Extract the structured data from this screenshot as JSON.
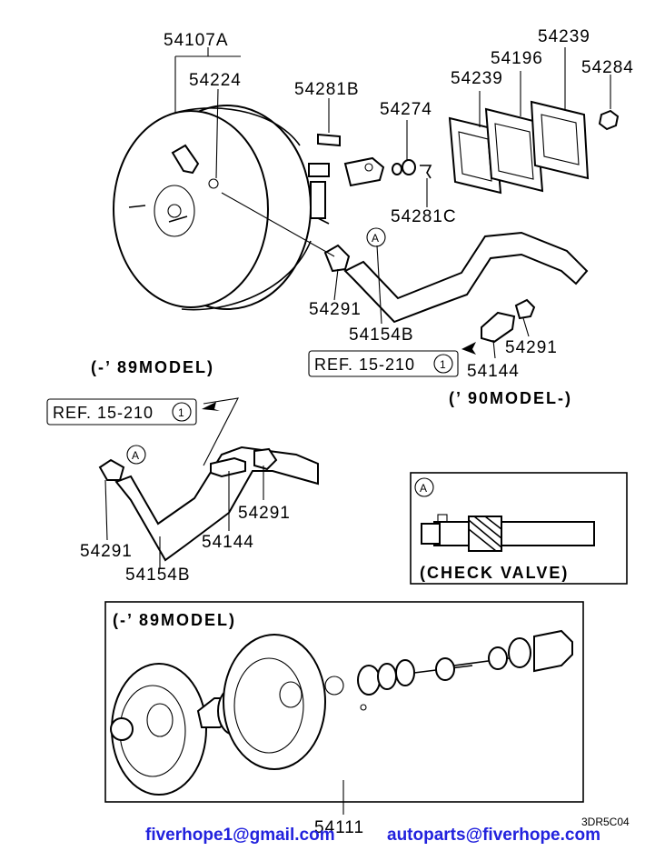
{
  "labels": {
    "p54107A": "54107A",
    "p54224": "54224",
    "p54281B": "54281B",
    "p54274": "54274",
    "p54239a": "54239",
    "p54196": "54196",
    "p54239b": "54239",
    "p54284": "54284",
    "p54281C": "54281C",
    "p54291a": "54291",
    "p54154Ba": "54154B",
    "p54291b": "54291",
    "p54144a": "54144",
    "p54291c": "54291",
    "p54144b": "54144",
    "p54291d": "54291",
    "p54154Bb": "54154B",
    "p54111": "54111",
    "code": "3DR5C04"
  },
  "callouts": {
    "a1": "A",
    "a2": "A",
    "a3": "A"
  },
  "refs": {
    "ref1": "REF. 15-210",
    "ref1_num": "1",
    "ref2": "REF. 15-210",
    "ref2_num": "1"
  },
  "models": {
    "m89_top": "(-’ 89MODEL)",
    "m90": "(’ 90MODEL-)",
    "m89_box": "(-’ 89MODEL)"
  },
  "inset": {
    "caption": "(CHECK VALVE)"
  },
  "footer": {
    "email1": "fiverhope1@gmail.com",
    "email2": "autoparts@fiverhope.com",
    "link_color": "#2222dd"
  }
}
